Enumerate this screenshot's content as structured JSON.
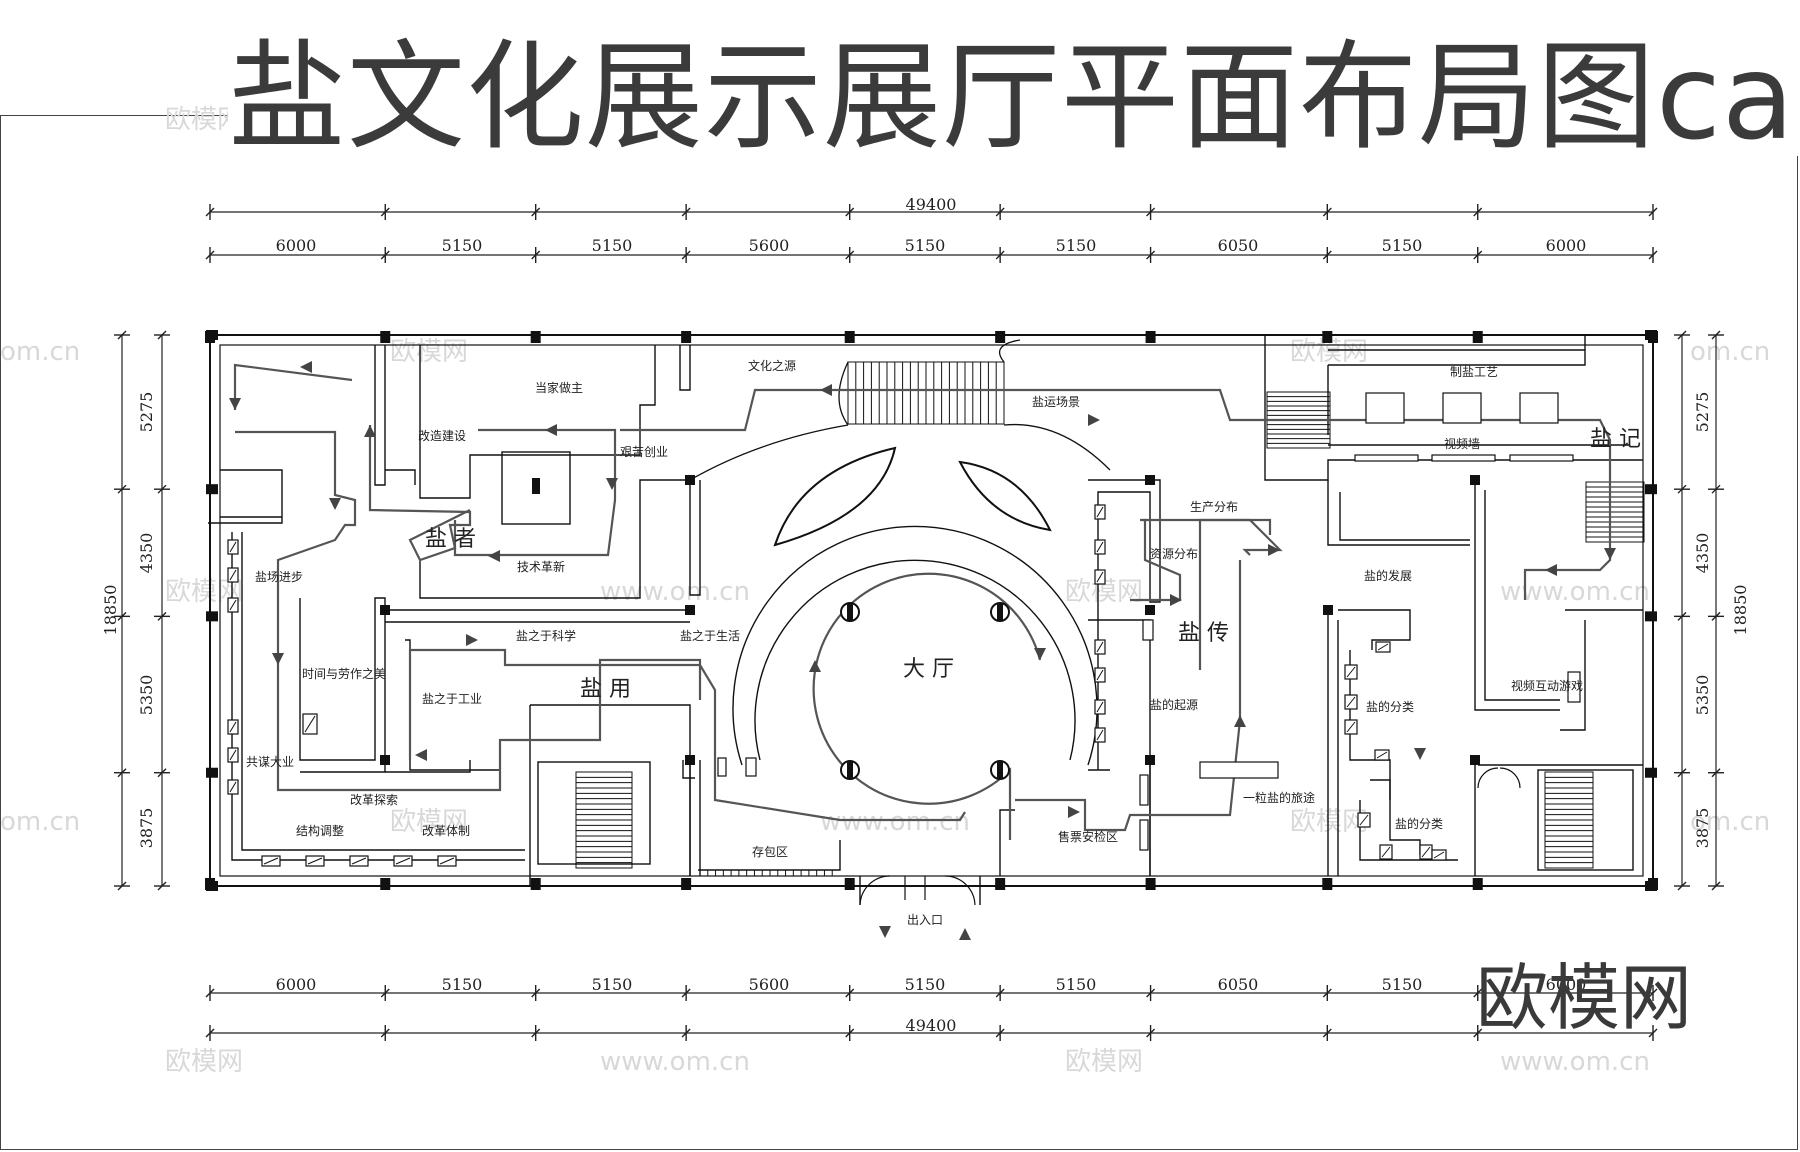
{
  "title": "盐文化展示展厅平面布局图cad",
  "brand": "欧模网",
  "watermarks": {
    "cn": "欧模网",
    "url": "www.om.cn",
    "edge": "om.cn"
  },
  "dimensions": {
    "total_width": "49400",
    "total_height": "18850",
    "column_spans": [
      "6000",
      "5150",
      "5150",
      "5600",
      "5150",
      "5150",
      "6050",
      "5150",
      "6000"
    ],
    "row_spans": [
      "5275",
      "4350",
      "5350",
      "3875"
    ]
  },
  "halls": {
    "yanzhe": "盐 者",
    "yanyong": "盐 用",
    "yanchuan": "盐 传",
    "yanji": "盐 记",
    "dating": "大 厅"
  },
  "zones": {
    "dangjia": "当家做主",
    "gaizao": "改造建设",
    "jianku": "艰苦创业",
    "jishu": "技术革新",
    "yanchang": "盐场进步",
    "shijian": "时间与劳作之美",
    "gongmou": "共谋大业",
    "gaige_tansuo": "改革探索",
    "jiegou": "结构调整",
    "gaige_tizhi": "改革体制",
    "kexue": "盐之于科学",
    "shenghuo": "盐之于生活",
    "gongye": "盐之于工业",
    "wenhua": "文化之源",
    "yunyun": "盐运场景",
    "shengchan": "生产分布",
    "ziyuan": "资源分布",
    "qiyuan": "盐的起源",
    "lvtu": "一粒盐的旅途",
    "fazhan": "盐的发展",
    "fenlei1": "盐的分类",
    "fenlei2": "盐的分类",
    "zhiyan": "制盐工艺",
    "shipin": "视频墙",
    "hudong": "视频互动游戏",
    "shoupiao": "售票安检区",
    "cunbao": "存包区",
    "churukou": "出入口"
  }
}
